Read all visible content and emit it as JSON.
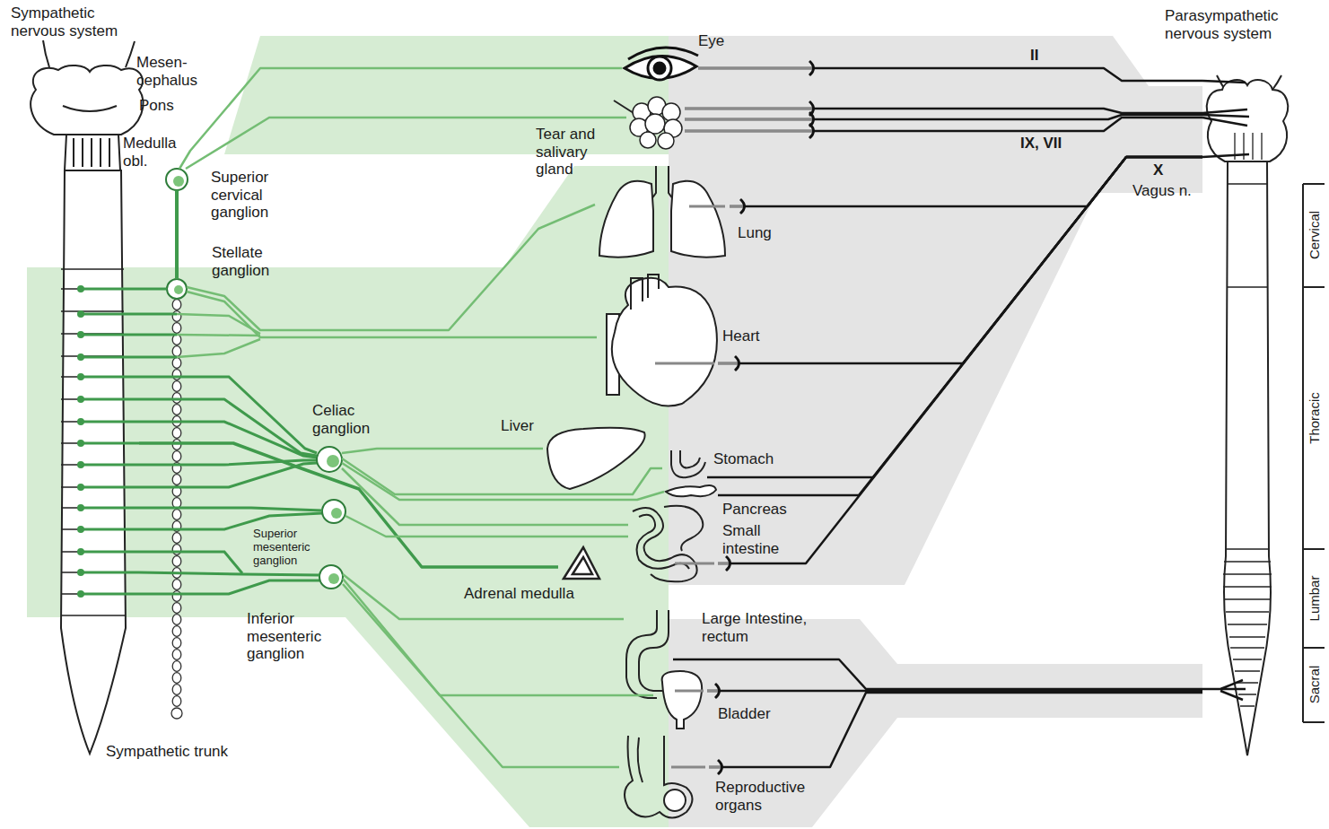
{
  "diagram": {
    "nodes": [
      {
        "text": [
          "Sympathetic nervous system"
        ]
      },
      {
        "text": [
          "Parasympathetic nervous system"
        ]
      },
      {
        "text": [
          "Sympathetic trunk"
        ]
      },
      {
        "text": [
          "Superior cervical ganglion"
        ]
      },
      {
        "text": [
          "Stellate ganglion"
        ]
      },
      {
        "text": [
          "Celiac ganglion"
        ]
      },
      {
        "text": [
          "Superior mesenteric ganglion"
        ]
      },
      {
        "text": [
          "Inferior mesenteric ganglion"
        ]
      },
      {
        "text": [
          "Eye"
        ]
      },
      {
        "text": [
          "Tear and salivary gland"
        ]
      },
      {
        "text": [
          "Lung"
        ]
      },
      {
        "text": [
          "Heart"
        ]
      },
      {
        "text": [
          "Liver"
        ]
      },
      {
        "text": [
          "Stomach"
        ]
      },
      {
        "text": [
          "Pancreas"
        ]
      },
      {
        "text": [
          "Small intestine"
        ]
      },
      {
        "text": [
          "Adrenal medulla"
        ]
      },
      {
        "text": [
          "Large Intestine, rectum"
        ]
      },
      {
        "text": [
          "Bladder"
        ]
      },
      {
        "text": [
          "Reproductive organs"
        ]
      }
    ],
    "edges": [
      {
        "from": 0,
        "to": 4,
        "arrow": "none"
      },
      {
        "from": 4,
        "to": 3,
        "arrow": "none"
      },
      {
        "from": 3,
        "to": 8,
        "arrow": "none"
      },
      {
        "from": 3,
        "to": 9,
        "arrow": "none"
      },
      {
        "from": 4,
        "to": 10,
        "arrow": "none"
      },
      {
        "from": 4,
        "to": 11,
        "arrow": "none"
      },
      {
        "from": 0,
        "to": 5,
        "arrow": "none"
      },
      {
        "from": 0,
        "to": 6,
        "arrow": "none"
      },
      {
        "from": 0,
        "to": 7,
        "arrow": "none"
      },
      {
        "from": 0,
        "to": 16,
        "arrow": "none"
      },
      {
        "from": 5,
        "to": 12,
        "arrow": "none"
      },
      {
        "from": 5,
        "to": 13,
        "arrow": "none"
      },
      {
        "from": 5,
        "to": 14,
        "arrow": "none"
      },
      {
        "from": 5,
        "to": 15,
        "arrow": "none"
      },
      {
        "from": 6,
        "to": 15,
        "arrow": "none"
      },
      {
        "from": 7,
        "to": 17,
        "arrow": "none"
      },
      {
        "from": 7,
        "to": 18,
        "arrow": "none"
      },
      {
        "from": 7,
        "to": 19,
        "arrow": "none"
      },
      {
        "from": 1,
        "to": 8,
        "label": "II",
        "arrow": "none"
      },
      {
        "from": 1,
        "to": 9,
        "label": "IX, VII",
        "arrow": "none"
      },
      {
        "from": 1,
        "to": 10,
        "arrow": "none"
      },
      {
        "from": 1,
        "to": 11,
        "arrow": "none"
      },
      {
        "from": 1,
        "to": 13,
        "arrow": "none"
      },
      {
        "from": 1,
        "to": 14,
        "arrow": "none"
      },
      {
        "from": 1,
        "to": 15,
        "arrow": "none"
      },
      {
        "from": 1,
        "to": 17,
        "arrow": "none"
      },
      {
        "from": 1,
        "to": 18,
        "arrow": "none"
      },
      {
        "from": 1,
        "to": 19,
        "arrow": "none"
      }
    ],
    "labels": [
      "Mesen- cephalus",
      "Pons",
      "Medulla obl.",
      "X",
      "Vagus n.",
      "Cervical",
      "Thoracic",
      "Lumbar",
      "Sacral"
    ]
  }
}
